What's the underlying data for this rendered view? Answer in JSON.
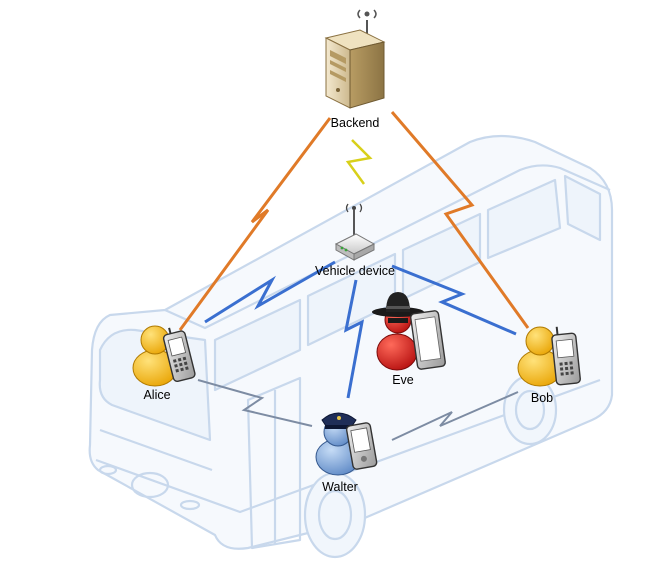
{
  "nodes": {
    "backend": {
      "label": "Backend"
    },
    "vehicle_device": {
      "label": "Vehicle device"
    },
    "alice": {
      "label": "Alice"
    },
    "eve": {
      "label": "Eve"
    },
    "walter": {
      "label": "Walter"
    },
    "bob": {
      "label": "Bob"
    }
  },
  "colors": {
    "backend_link": "#e07a28",
    "vehicle_link": "#3a6fd0",
    "peer_link": "#6d7e9a",
    "backend_vehicle_link": "#e8e61a",
    "bus_outline": "#c6d6ea",
    "person_yellow": "#f5b800",
    "person_red": "#d41a1a",
    "person_blue": "#7fa6d8"
  },
  "icons": {
    "backend": "server-tower-icon",
    "vehicle_device": "router-icon",
    "alice": "person-with-phone-icon",
    "eve": "hacker-with-tablet-icon",
    "walter": "police-officer-with-pda-icon",
    "bob": "person-with-phone-icon"
  }
}
